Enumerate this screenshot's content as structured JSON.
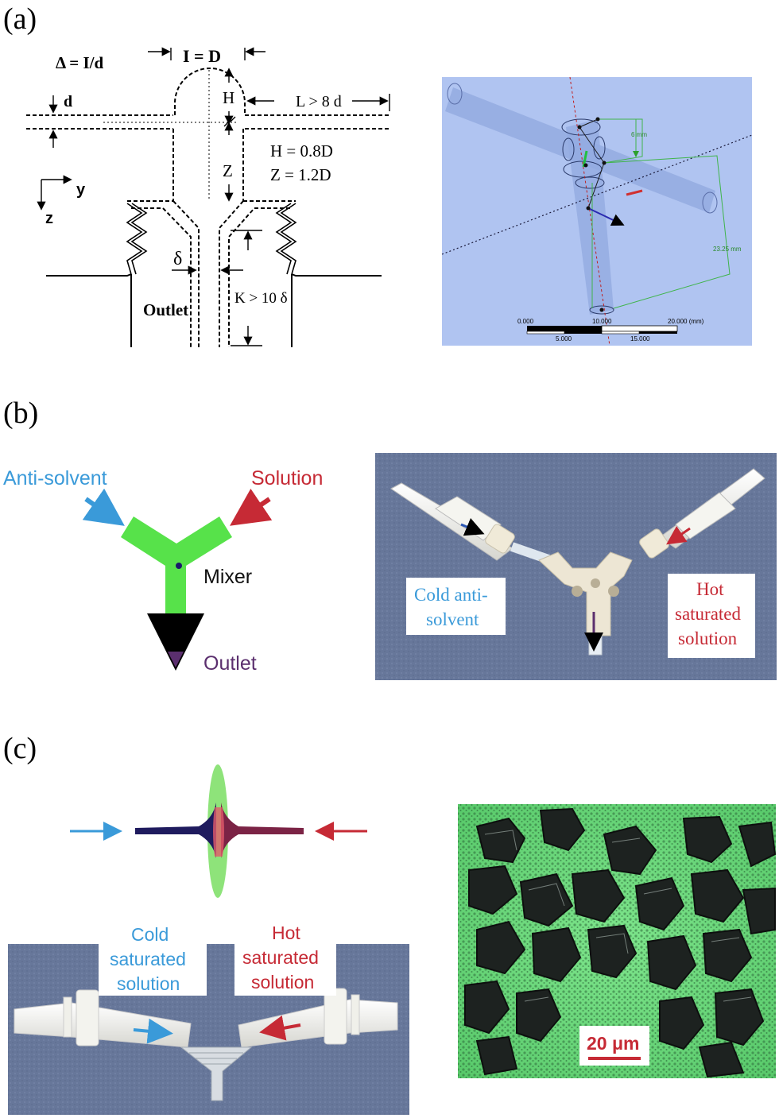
{
  "panels": {
    "a": {
      "label": "(a)",
      "schematic": {
        "delta_formula": "Δ = I/d",
        "i_eq_d": "I = D",
        "d_label": "d",
        "h_label": "H",
        "z_label": "Z",
        "l_label": "L > 8 d",
        "h_eq": "H  =  0.8D",
        "z_eq": "Z  =  1.2D",
        "axis_y": "y",
        "axis_z": "z",
        "delta_label": "δ",
        "outlet": "Outlet",
        "k_label": "K > 10 δ"
      },
      "cad": {
        "dim_6mm": "6 mm",
        "dim_23mm": "23.25 mm",
        "scale_top": [
          "0.000",
          "10.000",
          "20.000 (mm)"
        ],
        "scale_bottom": [
          "5.000",
          "15.000"
        ]
      }
    },
    "b": {
      "label": "(b)",
      "anti_solvent": "Anti-solvent",
      "solution": "Solution",
      "mixer": "Mixer",
      "outlet": "Outlet",
      "photo_left_label": [
        "Cold anti-",
        "solvent"
      ],
      "photo_right_label": [
        "Hot",
        "saturated",
        "solution"
      ]
    },
    "c": {
      "label": "(c)",
      "cold_label": [
        "Cold",
        "saturated",
        "solution"
      ],
      "hot_label": [
        "Hot",
        "saturated",
        "solution"
      ],
      "scale_bar": "20 μm"
    }
  },
  "colors": {
    "blue": "#3a9ad9",
    "red": "#c62a35",
    "green": "#57e24a",
    "purple": "#5b2f6e",
    "navy": "#1f1b5e",
    "cad_bg": "#9fb6ee",
    "photo_bg": "#67779a"
  }
}
